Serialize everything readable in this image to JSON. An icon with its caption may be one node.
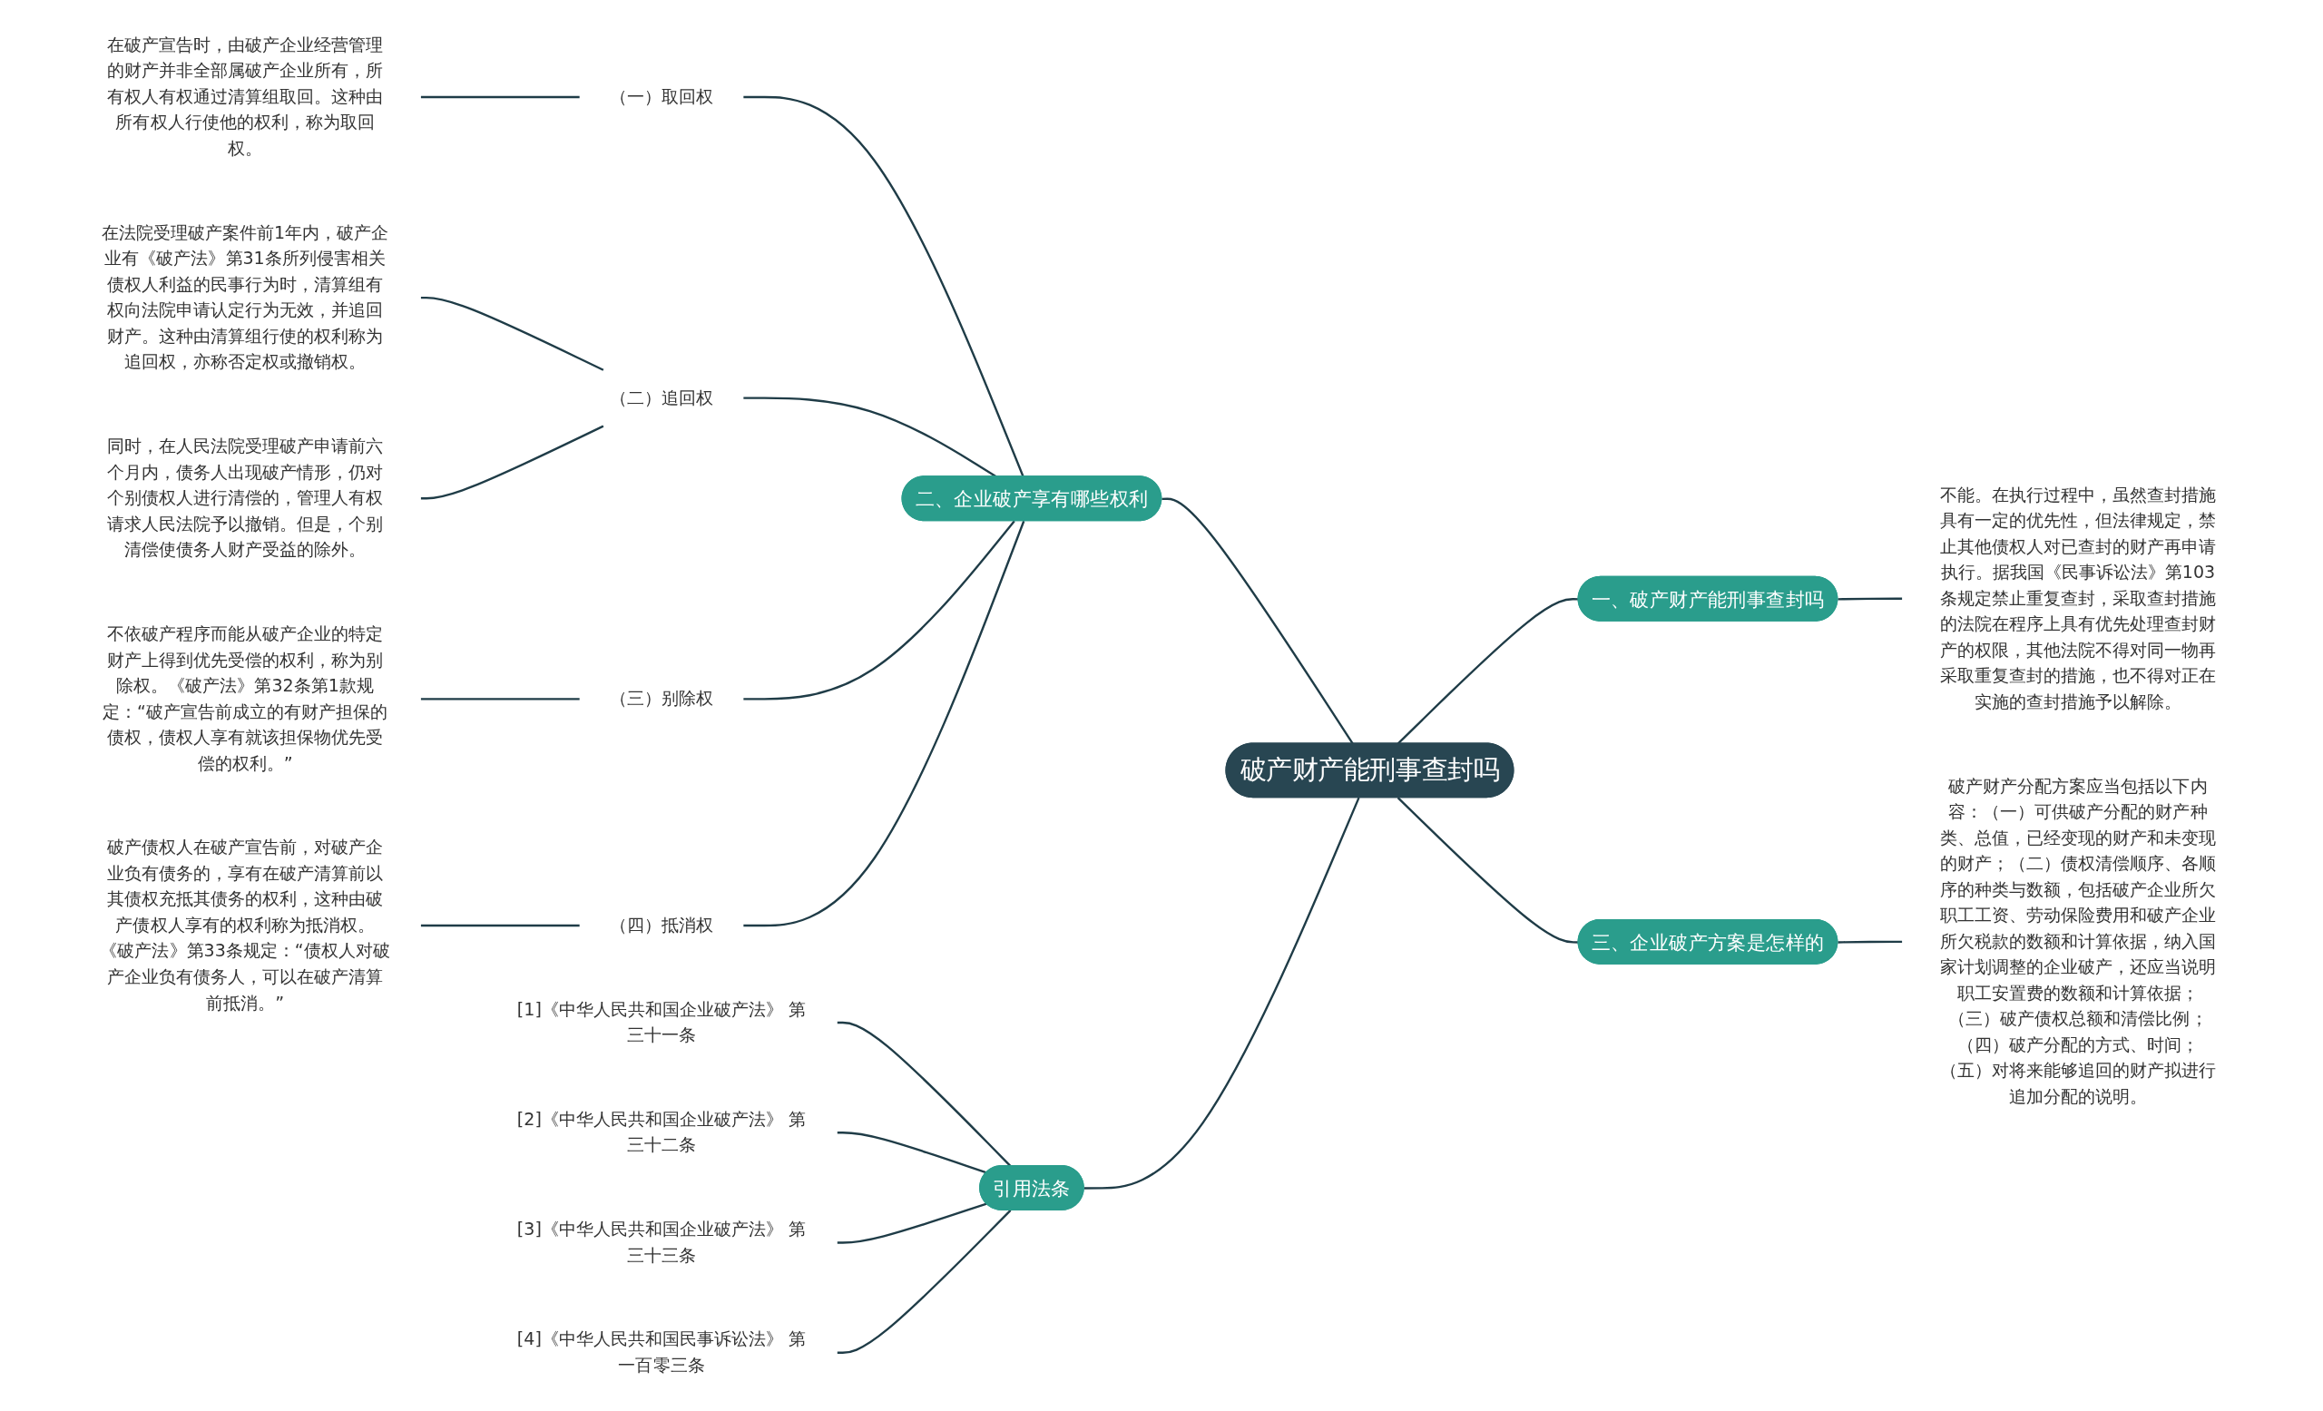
{
  "diagram": {
    "nodes": [
      {
        "text": [
          "破产财产能刑事查封吗"
        ]
      },
      {
        "text": [
          "二、企业破产享有哪些权利"
        ]
      },
      {
        "text": [
          "（一）取回权"
        ]
      },
      {
        "text": [
          "在破产宣告时，由破产企业经营管理的财产并非全部属破产企业所有，所有权人有权通过清算组取回。这种由所有权人行使他的权利，称为取回权。"
        ]
      },
      {
        "text": [
          "（二）追回权"
        ]
      },
      {
        "text": [
          "在法院受理破产案件前1年内，破产企业有《破产法》第31条所列侵害相关债权人利益的民事行为时，清算组有权向法院申请认定行为无效，并追回财产。这种由清算组行使的权利称为追回权，亦称否定权或撤销权。"
        ]
      },
      {
        "text": [
          "同时，在人民法院受理破产申请前六个月内，债务人出现破产情形，仍对个别债权人进行清偿的，管理人有权请求人民法院予以撤销。但是，个别清偿使债务人财产受益的除外。"
        ]
      },
      {
        "text": [
          "（三）别除权"
        ]
      },
      {
        "text": [
          "不依破产程序而能从破产企业的特定财产上得到优先受偿的权利，称为别除权。《破产法》第32条第1款规定：“破产宣告前成立的有财产担保的债权，债权人享有就该担保物优先受偿的权利。”"
        ]
      },
      {
        "text": [
          "（四）抵消权"
        ]
      },
      {
        "text": [
          "破产债权人在破产宣告前，对破产企业负有债务的，享有在破产清算前以其债权充抵其债务的权利，这种由破产债权人享有的权利称为抵消权。《破产法》第33条规定：“债权人对破产企业负有债务人，可以在破产清算前抵消。”"
        ]
      },
      {
        "text": [
          "一、破产财产能刑事查封吗"
        ]
      },
      {
        "text": [
          "不能。在执行过程中，虽然查封措施具有一定的优先性，但法律规定，禁止其他债权人对已查封的财产再申请执行。据我国《民事诉讼法》第103条规定禁止重复查封，采取查封措施的法院在程序上具有优先处理查封财产的权限，其他法院不得对同一物再采取重复查封的措施，也不得对正在实施的查封措施予以解除。"
        ]
      },
      {
        "text": [
          "三、企业破产方案是怎样的"
        ]
      },
      {
        "text": [
          "破产财产分配方案应当包括以下内容：（一）可供破产分配的财产种类、总值，已经变现的财产和未变现的财产；（二）债权清偿顺序、各顺序的种类与数额，包括破产企业所欠职工工资、劳动保险费用和破产企业所欠税款的数额和计算依据，纳入国家计划调整的企业破产，还应当说明职工安置费的数额和计算依据；（三）破产债权总额和清偿比例；（四）破产分配的方式、时间；（五）对将来能够追回的财产拟进行追加分配的说明。"
        ]
      },
      {
        "text": [
          "引用法条"
        ]
      },
      {
        "text": [
          "[1]《中华人民共和国企业破产法》 第三十一条"
        ]
      },
      {
        "text": [
          "[2]《中华人民共和国企业破产法》 第三十二条"
        ]
      },
      {
        "text": [
          "[3]《中华人民共和国企业破产法》 第三十三条"
        ]
      },
      {
        "text": [
          "[4]《中华人民共和国民事诉讼法》 第一百零三条"
        ]
      }
    ],
    "edges": [
      {
        "from": 1,
        "to": 0,
        "arrow": "none"
      },
      {
        "from": 3,
        "to": 2,
        "arrow": "none"
      },
      {
        "from": 2,
        "to": 1,
        "arrow": "none"
      },
      {
        "from": 5,
        "to": 4,
        "arrow": "none"
      },
      {
        "from": 6,
        "to": 4,
        "arrow": "none"
      },
      {
        "from": 4,
        "to": 1,
        "arrow": "none"
      },
      {
        "from": 8,
        "to": 7,
        "arrow": "none"
      },
      {
        "from": 7,
        "to": 1,
        "arrow": "none"
      },
      {
        "from": 10,
        "to": 9,
        "arrow": "none"
      },
      {
        "from": 9,
        "to": 1,
        "arrow": "none"
      },
      {
        "from": 0,
        "to": 11,
        "arrow": "none"
      },
      {
        "from": 11,
        "to": 12,
        "arrow": "none"
      },
      {
        "from": 0,
        "to": 13,
        "arrow": "none"
      },
      {
        "from": 13,
        "to": 14,
        "arrow": "none"
      },
      {
        "from": 15,
        "to": 0,
        "arrow": "none"
      },
      {
        "from": 16,
        "to": 15,
        "arrow": "none"
      },
      {
        "from": 17,
        "to": 15,
        "arrow": "none"
      },
      {
        "from": 18,
        "to": 15,
        "arrow": "none"
      },
      {
        "from": 19,
        "to": 15,
        "arrow": "none"
      }
    ]
  }
}
